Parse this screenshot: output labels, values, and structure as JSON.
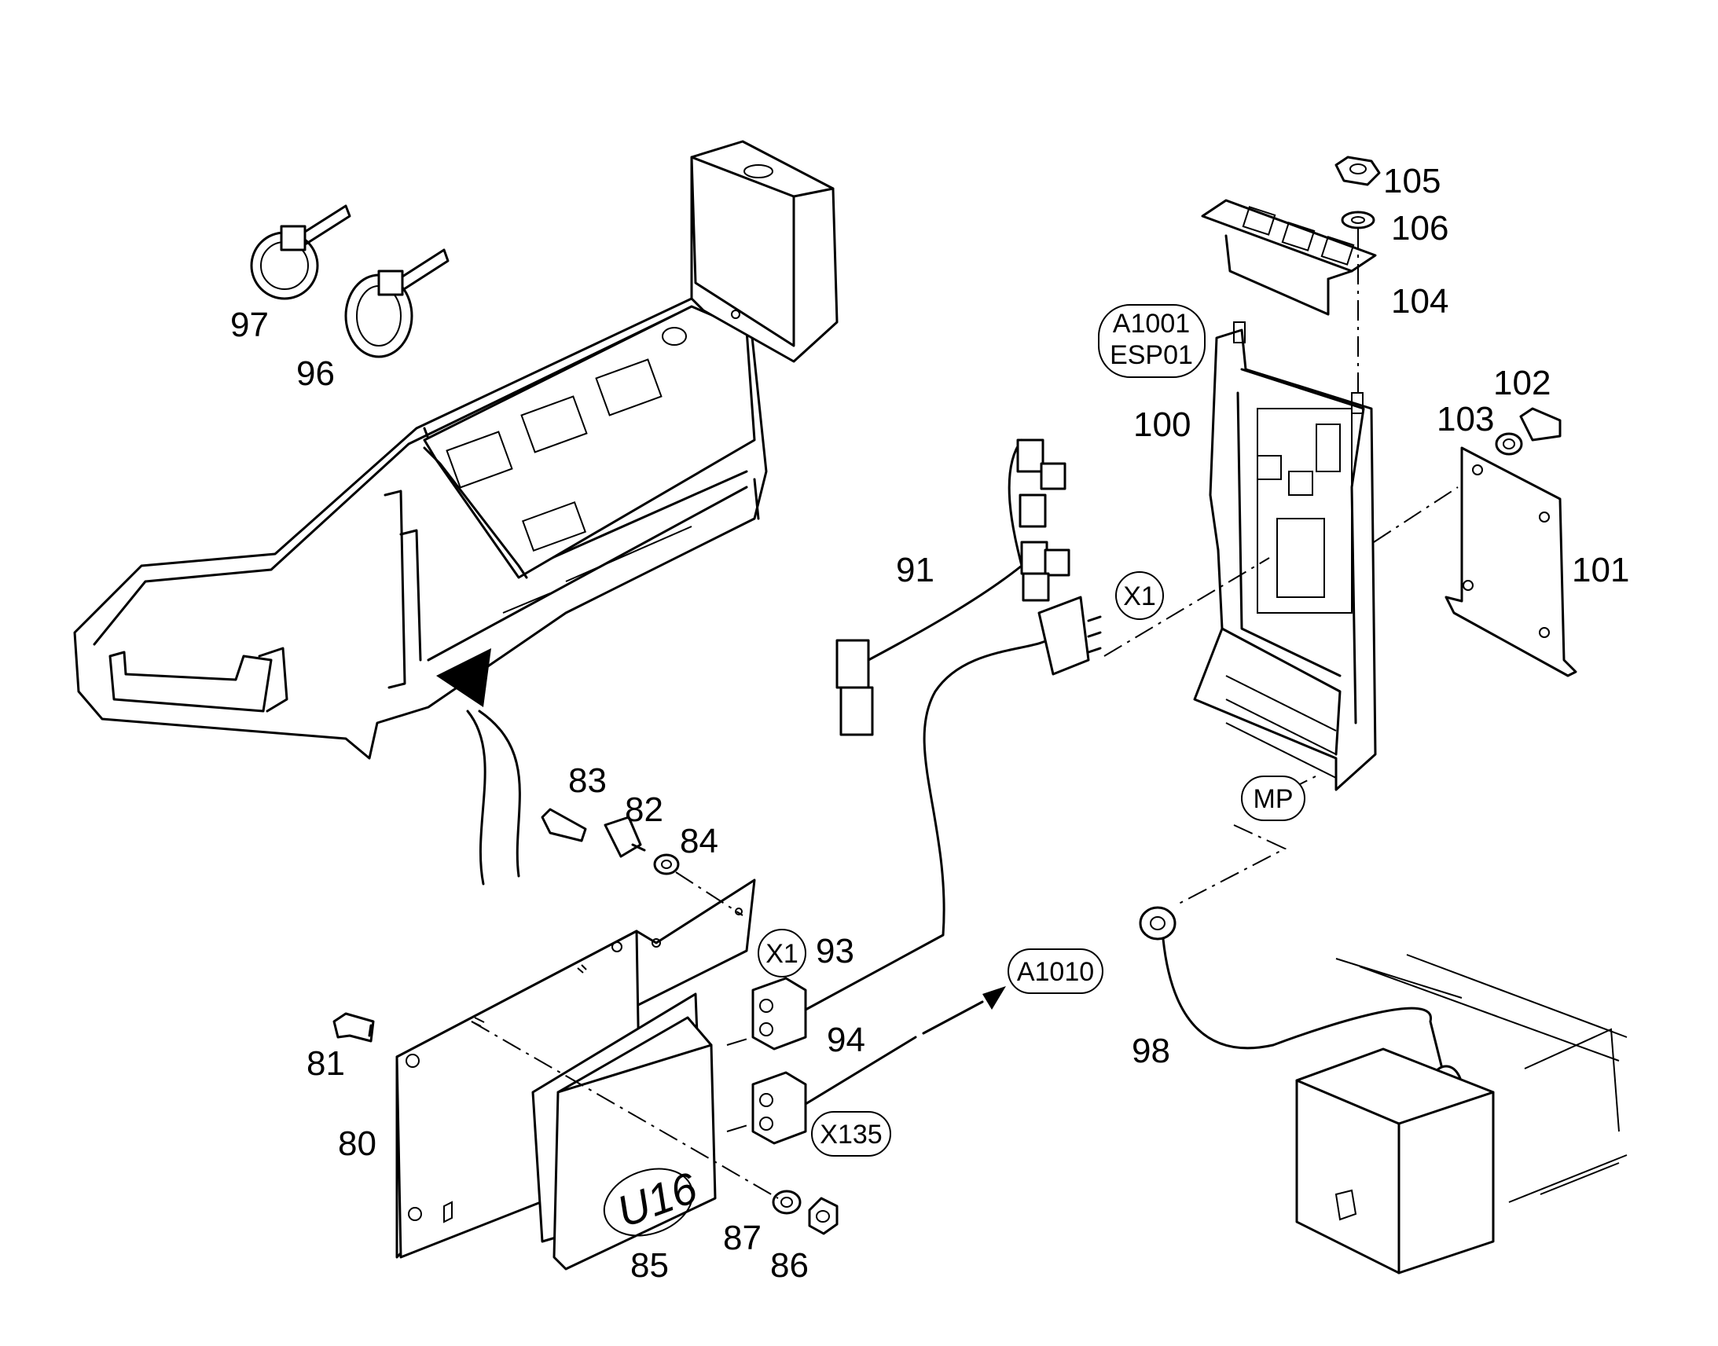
{
  "callouts": {
    "c80": "80",
    "c81": "81",
    "c82": "82",
    "c83": "83",
    "c84": "84",
    "c85": "85",
    "c86": "86",
    "c87": "87",
    "c91": "91",
    "c93": "93",
    "c94": "94",
    "c96": "96",
    "c97": "97",
    "c98": "98",
    "c100": "100",
    "c101": "101",
    "c102": "102",
    "c103": "103",
    "c104": "104",
    "c105": "105",
    "c106": "106"
  },
  "refs": {
    "a1001": "A1001",
    "esp01": "ESP01",
    "x1_upper": "X1",
    "x1_lower": "X1",
    "x135": "X135",
    "a1010": "A1010",
    "mp": "MP",
    "u16": "U16"
  }
}
